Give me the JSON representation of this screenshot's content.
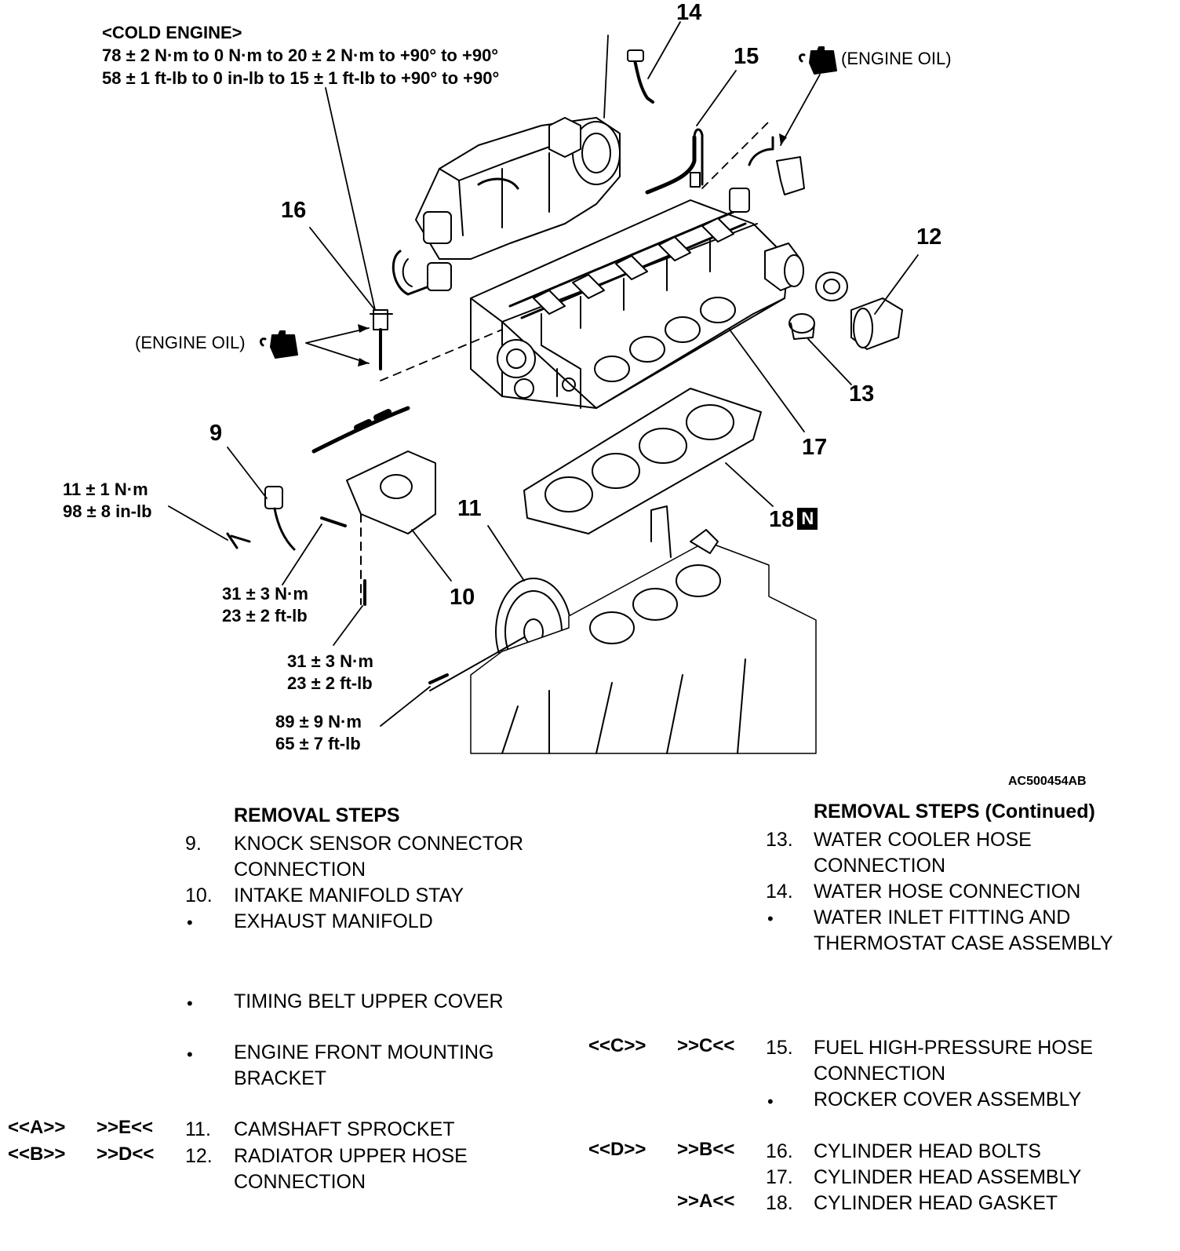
{
  "spec_cold_engine": {
    "title": "<COLD ENGINE>",
    "line1": "78 ± 2 N·m to 0 N·m to 20 ± 2 N·m to +90° to +90°",
    "line2": "58 ± 1 ft-lb to 0 in-lb to 15 ± 1 ft-lb to +90° to +90°"
  },
  "oil_labels": {
    "top": "(ENGINE OIL)",
    "left": "(ENGINE OIL)"
  },
  "torque_specs": {
    "knock_sensor": [
      "11 ± 1 N·m",
      "98 ± 8 in-lb"
    ],
    "stay_bolt_1": [
      "31 ± 3 N·m",
      "23 ± 2 ft-lb"
    ],
    "stay_bolt_2": [
      "31 ± 3 N·m",
      "23 ± 2 ft-lb"
    ],
    "sprocket_bolt": [
      "89 ± 9 N·m",
      "65 ± 7 ft-lb"
    ]
  },
  "callouts": {
    "c9": "9",
    "c10": "10",
    "c11": "11",
    "c12": "12",
    "c13": "13",
    "c14": "14",
    "c15": "15",
    "c16": "16",
    "c17": "17",
    "c18": "18",
    "n_badge": "N"
  },
  "figure_code": "AC500454AB",
  "removal_steps": {
    "left_header": "REMOVAL STEPS",
    "right_header": "REMOVAL STEPS (Continued)",
    "bullet": "•",
    "left": [
      {
        "num": "9.",
        "line1": "KNOCK SENSOR CONNECTOR",
        "line2": "CONNECTION"
      },
      {
        "num": "10.",
        "line1": "INTAKE MANIFOLD STAY"
      },
      {
        "line1": "EXHAUST MANIFOLD"
      },
      {
        "line1": "TIMING BELT UPPER COVER"
      },
      {
        "line1": "ENGINE FRONT MOUNTING",
        "line2": "BRACKET"
      },
      {
        "ref_a": "<<A>>",
        "ref_b": ">>E<<",
        "num": "11.",
        "line1": "CAMSHAFT SPROCKET"
      },
      {
        "ref_a": "<<B>>",
        "ref_b": ">>D<<",
        "num": "12.",
        "line1": "RADIATOR UPPER HOSE",
        "line2": "CONNECTION"
      }
    ],
    "right": [
      {
        "num": "13.",
        "line1": "WATER COOLER HOSE",
        "line2": "CONNECTION"
      },
      {
        "num": "14.",
        "line1": "WATER HOSE CONNECTION"
      },
      {
        "line1": "WATER INLET FITTING AND",
        "line2": "THERMOSTAT CASE ASSEMBLY"
      },
      {
        "ref_a": "<<C>>",
        "ref_b": ">>C<<",
        "num": "15.",
        "line1": "FUEL HIGH-PRESSURE HOSE",
        "line2": "CONNECTION"
      },
      {
        "line1": "ROCKER COVER ASSEMBLY"
      },
      {
        "ref_a": "<<D>>",
        "ref_b": ">>B<<",
        "num": "16.",
        "line1": "CYLINDER HEAD BOLTS"
      },
      {
        "num": "17.",
        "line1": "CYLINDER HEAD ASSEMBLY"
      },
      {
        "ref_b": ">>A<<",
        "num": "18.",
        "line1": "CYLINDER HEAD GASKET"
      }
    ]
  }
}
